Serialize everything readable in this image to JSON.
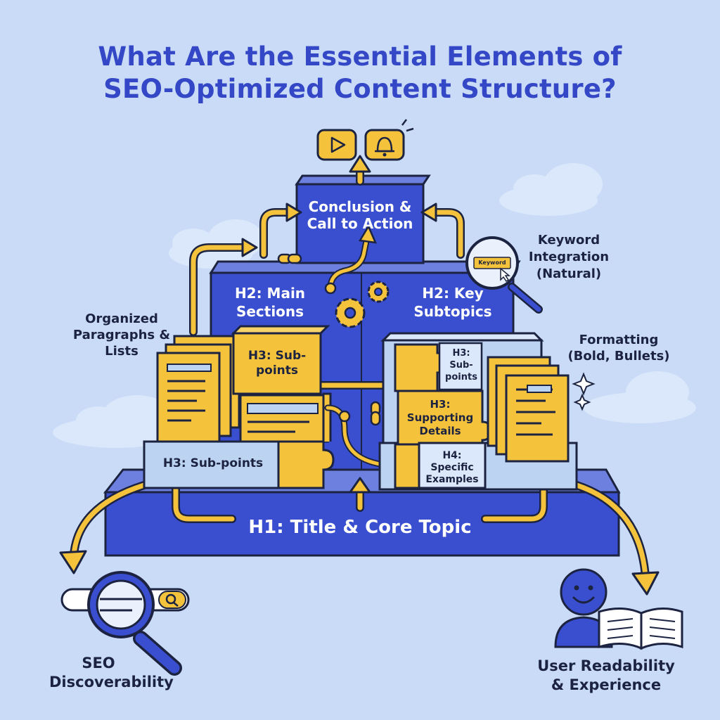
{
  "title": {
    "line1": "What Are the Essential Elements of",
    "line2": "SEO-Optimized Content Structure?"
  },
  "blocks": {
    "conclusion": "Conclusion & Call to Action",
    "h2_main": "H2: Main Sections",
    "h2_key": "H2: Key Subtopics",
    "h3_subpoints_top": "H3: Sub-points",
    "h3_subpoints_bottom": "H3: Sub-points",
    "h3_subpoints_right": "H3: Sub-points",
    "h3_supporting": "H3: Supporting Details",
    "h4_examples": "H4: Specific Examples",
    "h1_title": "H1: Title & Core Topic"
  },
  "callouts": {
    "keyword_tag": "Keyword",
    "keyword_integration": "Keyword Integration (Natural)",
    "organized": "Organized Paragraphs & Lists",
    "formatting": "Formatting (Bold, Bullets)",
    "seo": "SEO Discoverability",
    "readability": "User Readability & Experience"
  },
  "icons": [
    "play-icon",
    "bell-icon",
    "gear-icon",
    "chain-link-icon",
    "magnifier-icon",
    "puzzle-piece-icon",
    "document-icon",
    "sparkle-icon",
    "search-bar-icon",
    "smiley-reader-icon",
    "open-book-icon",
    "cloud-icon"
  ],
  "colors": {
    "background": "#c9dbf6",
    "primary_blue": "#3a4fd0",
    "accent_yellow": "#f5c33b",
    "light_blue": "#bcd3f2",
    "outline": "#1c2340"
  }
}
